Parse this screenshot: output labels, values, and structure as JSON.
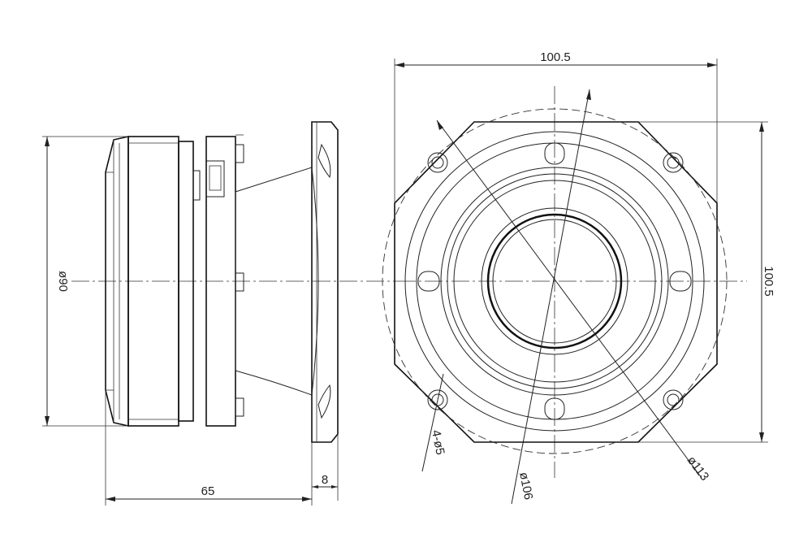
{
  "drawing": {
    "dimensions": {
      "front_width": "100.5",
      "front_height": "100.5",
      "diameter_side": "ø90",
      "depth": "65",
      "flange_thickness": "8",
      "holes": "4-ø5",
      "bolt_circle": "ø106",
      "outer_circle": "ø113"
    },
    "colors": {
      "line": "#222222",
      "background": "#ffffff"
    }
  }
}
